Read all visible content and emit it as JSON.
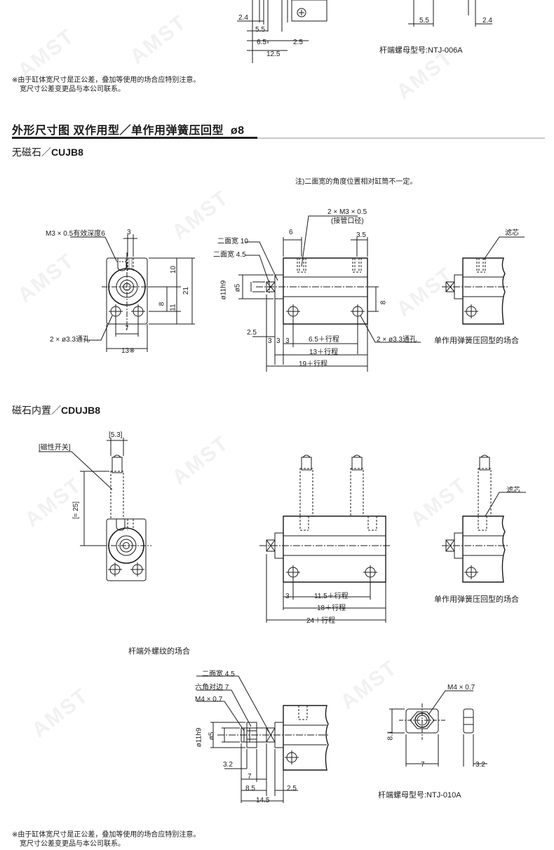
{
  "top": {
    "dims_left": [
      "2.4",
      "5.5",
      "6.5",
      "2.5",
      "12.5"
    ],
    "dims_right": [
      "5.5",
      "2.4"
    ],
    "nut_caption": "杆端螺母型号:NTJ-006A",
    "notes": [
      "※由于缸体宽尺寸是正公差，叠加等使用的场合应特别注意。",
      "宽尺寸公差变更品与本公司联系。"
    ]
  },
  "section": {
    "title": "外形尺寸图 双作用型／单作用弹簧压回型",
    "bore": "ø8"
  },
  "cujb": {
    "subtitle_prefix": "无磁石／",
    "subtitle_model": "CUJB8",
    "note": "注)二面宽的角度位置相对缸筒不一定。",
    "front": {
      "thread_label": "M3 × 0.5有效深度6",
      "dim_3": "3",
      "dim_10": "10",
      "dim_21": "21",
      "dim_8": "8",
      "dim_11": "11",
      "hole_label": "2 × ø3.3通孔",
      "dim_7": "7",
      "dim_13": "13※"
    },
    "side": {
      "port_label": "2 × M3 × 0.5",
      "port_sub": "(接管口径)",
      "dim_6": "6",
      "dim_3_5": "3.5",
      "flat10": "二面宽 10",
      "flat45": "二面宽 4.5",
      "rod_dia": "ø5",
      "body_dia": "ø11h9",
      "dim_8": "8",
      "dim_2_5": "2.5",
      "dim_3a": "3",
      "dim_3b": "3",
      "dim_3c": "3",
      "dim_65": "6.5＋行程",
      "hole_label": "2 × ø3.3通孔",
      "dim_13": "13＋行程",
      "dim_19": "19＋行程"
    },
    "spring": {
      "filter_label": "滤芯",
      "caption": "单作用弹簧压回型的场合"
    }
  },
  "cdujb": {
    "subtitle_prefix": "磁石内置／",
    "subtitle_model": "CDUJB8",
    "front": {
      "dim_53": "[5.3]",
      "switch_label": "[磁性开关]",
      "dim_25": "[≈ 25]"
    },
    "side": {
      "dim_3": "3",
      "dim_115": "11.5＋行程",
      "dim_18": "18＋行程",
      "dim_24": "24＋行程"
    },
    "spring": {
      "filter_label": "滤芯",
      "caption": "单作用弹簧压回型的场合"
    }
  },
  "male_thread": {
    "title": "杆端外螺纹的场合",
    "flat45": "二面宽 4.5",
    "hex7": "六角对边 7",
    "m4": "M4 × 0.7",
    "rod_dia": "ø5",
    "body_dia": "ø11h9",
    "dim_3_2": "3.2",
    "dim_7": "7",
    "dim_8_5": "8.5",
    "dim_2_5": "2.5",
    "dim_14_5": "14.5",
    "nut_m4": "M4 × 0.7",
    "nut_8_1": "8.1",
    "nut_7": "7",
    "nut_3_2": "3.2",
    "nut_caption": "杆端螺母型号:NTJ-010A"
  },
  "bottom_notes": [
    "※由于缸体宽尺寸是正公差，叠加等使用的场合应特别注意。",
    "宽尺寸公差变更品与本公司联系。"
  ],
  "watermark_text": "AMST"
}
